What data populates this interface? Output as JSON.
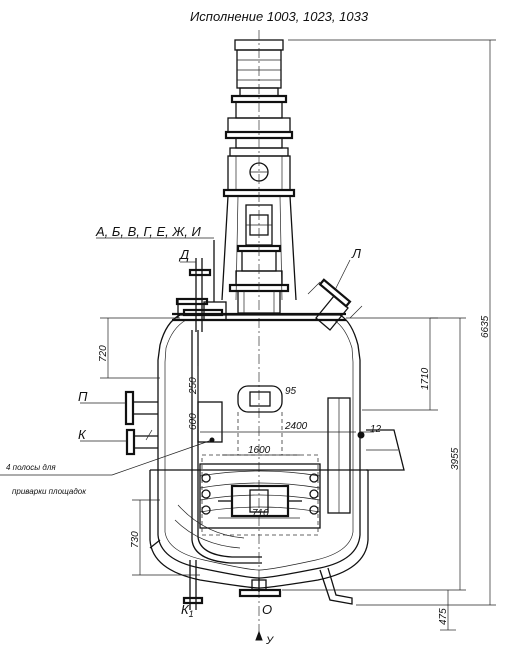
{
  "title": "Исполнение 1003, 1023, 1033",
  "labels": {
    "nozzles_group": "А, Б, В, Г, Е, Ж, И",
    "d": "Д",
    "l": "Л",
    "p": "П",
    "k": "К",
    "k1": "К",
    "k1_sub": "1",
    "o": "О",
    "u": "У",
    "note_line1": "4 полосы для",
    "note_line2": "приварки площадок"
  },
  "dimensions": {
    "d720": "720",
    "d250": "250",
    "d600": "600",
    "d95": "95",
    "d2400": "2400",
    "d12": "12",
    "d1600": "1600",
    "d710": "710",
    "d730": "730",
    "d1710": "1710",
    "d3955": "3955",
    "d6635": "6635",
    "d475": "475"
  }
}
